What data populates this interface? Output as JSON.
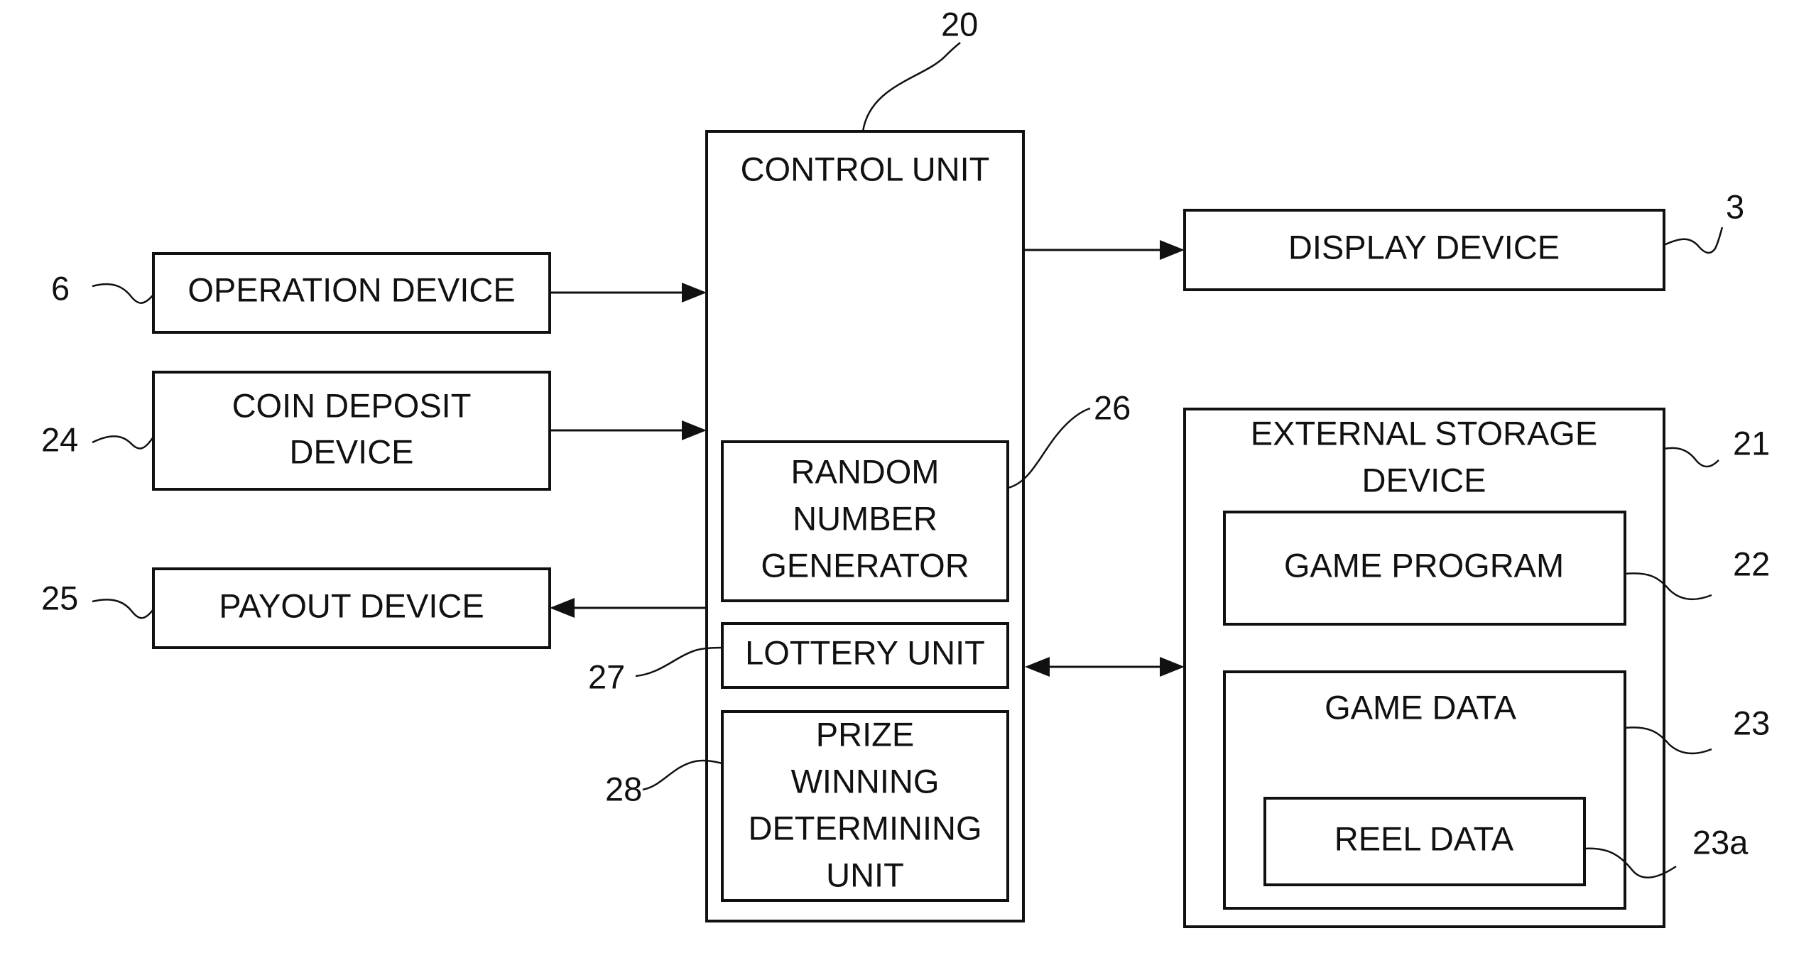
{
  "figure": {
    "control_unit": {
      "ref": "20",
      "label": [
        "CONTROL UNIT"
      ]
    },
    "operation_device": {
      "ref": "6",
      "label": [
        "OPERATION DEVICE"
      ]
    },
    "coin_deposit_device": {
      "ref": "24",
      "label": [
        "COIN DEPOSIT",
        "DEVICE"
      ]
    },
    "payout_device": {
      "ref": "25",
      "label": [
        "PAYOUT DEVICE"
      ]
    },
    "random_number_generator": {
      "ref": "26",
      "label": [
        "RANDOM",
        "NUMBER",
        "GENERATOR"
      ]
    },
    "lottery_unit": {
      "ref": "27",
      "label": [
        "LOTTERY UNIT"
      ]
    },
    "prize_winning_determining_unit": {
      "ref": "28",
      "label": [
        "PRIZE",
        "WINNING",
        "DETERMINING",
        "UNIT"
      ]
    },
    "display_device": {
      "ref": "3",
      "label": [
        "DISPLAY DEVICE"
      ]
    },
    "external_storage_device": {
      "ref": "21",
      "label": [
        "EXTERNAL STORAGE",
        "DEVICE"
      ]
    },
    "game_program": {
      "ref": "22",
      "label": [
        "GAME PROGRAM"
      ]
    },
    "game_data": {
      "ref": "23",
      "label": [
        "GAME DATA"
      ]
    },
    "reel_data": {
      "ref": "23a",
      "label": [
        "REEL DATA"
      ]
    }
  },
  "connections": [
    {
      "from": "operation_device",
      "to": "control_unit",
      "direction": "forward"
    },
    {
      "from": "coin_deposit_device",
      "to": "control_unit",
      "direction": "forward"
    },
    {
      "from": "control_unit",
      "to": "payout_device",
      "direction": "forward"
    },
    {
      "from": "control_unit",
      "to": "display_device",
      "direction": "forward"
    },
    {
      "from": "control_unit",
      "to": "external_storage_device",
      "direction": "bidirectional"
    }
  ]
}
